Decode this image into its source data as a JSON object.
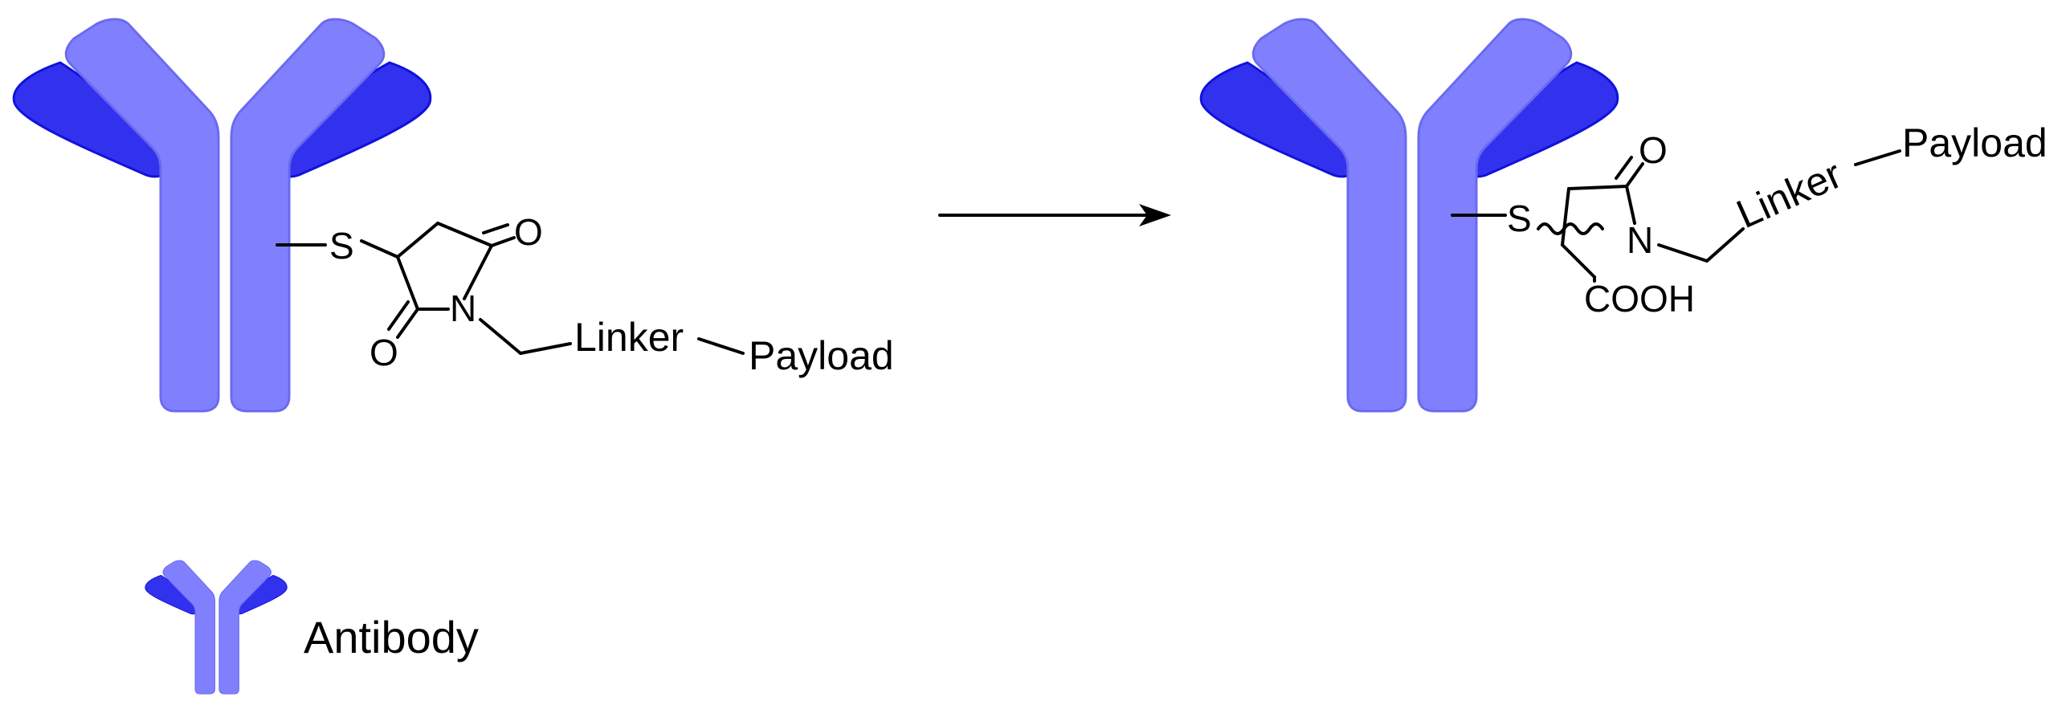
{
  "colors": {
    "heavy": "#8080FF",
    "heavy_edge": "#6A6AF0",
    "light": "#3232EE",
    "light_dark": "#1111DD",
    "ink": "#000000"
  },
  "reactant": {
    "S": "S",
    "O_top": "O",
    "O_bottom": "O",
    "N": "N",
    "linker": "Linker",
    "payload": "Payload"
  },
  "product": {
    "S": "S",
    "O": "O",
    "N": "N",
    "COOH": "COOH",
    "linker": "Linker",
    "payload": "Payload"
  },
  "legend": {
    "label": "Antibody",
    "icon": "antibody-icon"
  },
  "arrow": {
    "icon": "reaction-arrow-icon"
  }
}
